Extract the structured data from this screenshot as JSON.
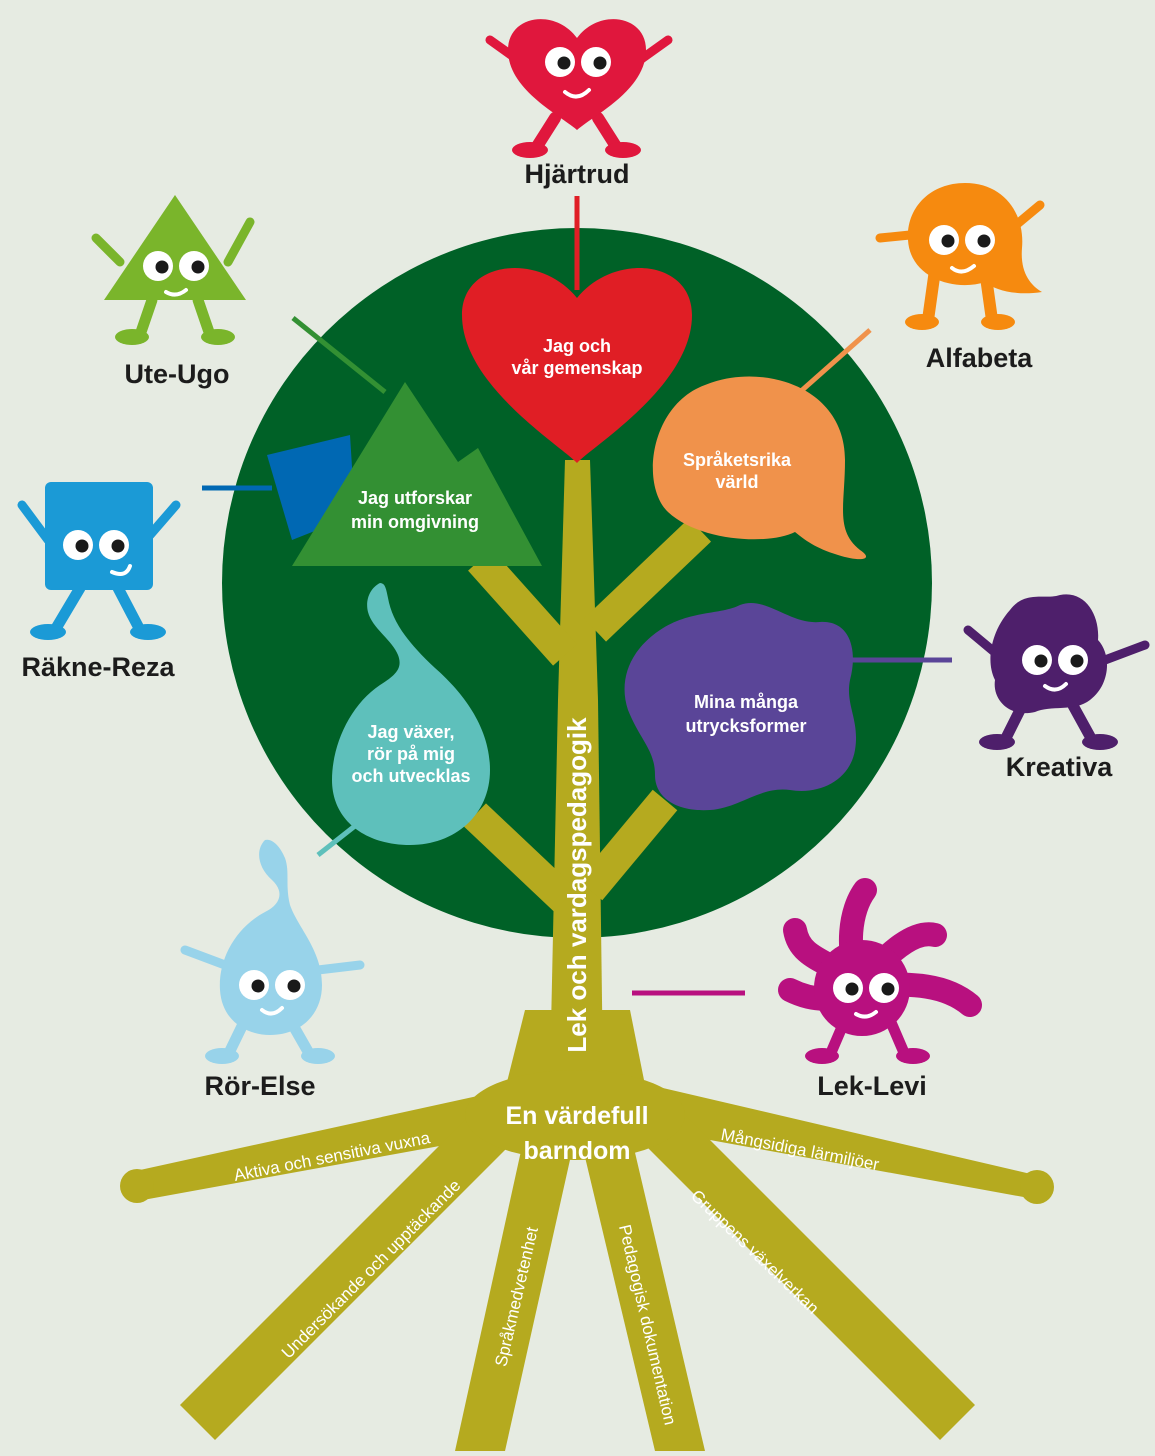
{
  "colors": {
    "background": "#e6ebe2",
    "crown": "#006127",
    "trunk": "#b5aa1f",
    "heart": "#e01e25",
    "speech": "#f0924b",
    "mountain": "#339033",
    "blue_square": "#0068b3",
    "blob_purple": "#5a4598",
    "drop_teal": "#5ec0bb"
  },
  "trunk_label": "Lek och vardagspedagogik",
  "root_center": {
    "line1": "En värdefull",
    "line2": "barndom"
  },
  "roots": [
    {
      "label": "Aktiva och sensitiva vuxna"
    },
    {
      "label": "Undersökande och upptäckande"
    },
    {
      "label": "Språkmedvetenhet"
    },
    {
      "label": "Pedagogisk dokumentation"
    },
    {
      "label": "Gruppens växelverkan"
    },
    {
      "label": "Mångsidiga lärmiljöer"
    }
  ],
  "areas": [
    {
      "shape": "heart",
      "line1": "Jag och",
      "line2": "vår gemenskap"
    },
    {
      "shape": "speech-bubble",
      "line1": "Språketsrika",
      "line2": "värld"
    },
    {
      "shape": "mountain",
      "line1": "Jag utforskar",
      "line2": "min omgivning"
    },
    {
      "shape": "drop",
      "line1": "Jag växer,",
      "line2": "rör på mig",
      "line3": "och utvecklas"
    },
    {
      "shape": "blob",
      "line1": "Mina många",
      "line2": "utrycksformer"
    }
  ],
  "characters": [
    {
      "name": "Hjärtrud",
      "color": "#e0173d",
      "icon": "heart-character-icon"
    },
    {
      "name": "Alfabeta",
      "color": "#f68a0f",
      "icon": "blob-character-icon"
    },
    {
      "name": "Ute-Ugo",
      "color": "#7ab52b",
      "icon": "triangle-character-icon"
    },
    {
      "name": "Räkne-Reza",
      "color": "#1b9ad6",
      "icon": "square-character-icon"
    },
    {
      "name": "Kreativa",
      "color": "#4e1f6b",
      "icon": "splat-character-icon"
    },
    {
      "name": "Rör-Else",
      "color": "#98d3ea",
      "icon": "drop-character-icon"
    },
    {
      "name": "Lek-Levi",
      "color": "#b8107f",
      "icon": "star-character-icon"
    }
  ]
}
